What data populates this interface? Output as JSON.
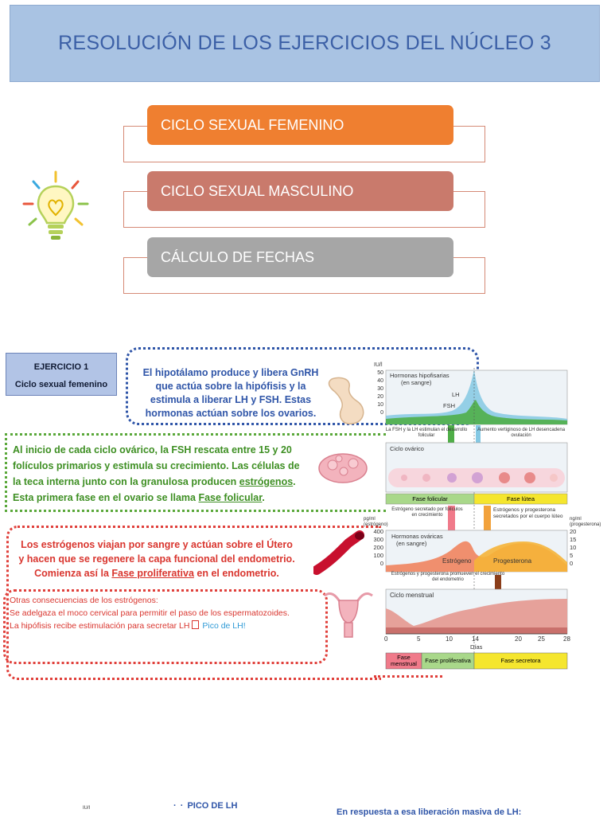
{
  "header": {
    "title": "RESOLUCIÓN DE LOS EJERCICIOS DEL NÚCLEO 3"
  },
  "menu": [
    {
      "label": "CICLO SEXUAL FEMENINO",
      "color": "#ef7f30"
    },
    {
      "label": "CICLO SEXUAL MASCULINO",
      "color": "#c97a6c"
    },
    {
      "label": "CÁLCULO DE FECHAS",
      "color": "#a6a6a6"
    }
  ],
  "exercise": {
    "title": "EJERCICIO 1",
    "subtitle": "Ciclo sexual femenino"
  },
  "boxes": {
    "hypothalamus": "El hipotálamo produce y libera GnRH que actúa sobre la hipófisis y la estimula a liberar LH y FSH. Estas hormonas actúan sobre los ovarios.",
    "ovary_1": "Al inicio de cada ciclo ovárico, la FSH rescata entre 15 y 20 folículos primarios y estimula su crecimiento. Las células de la teca interna junto con la granulosa producen ",
    "ovary_estrogens": "estrógenos",
    "ovary_2": ". Esta primera fase en el ovario se llama ",
    "ovary_phase": "Fase folicular",
    "uterus_1": "Los estrógenos viajan por sangre y actúan sobre el Útero y hacen que se regenere la capa funcional del endometrio. Comienza así la ",
    "uterus_phase": "Fase proliferativa",
    "uterus_2": " en el endometrio.",
    "other_title": "Otras consecuencias de los estrógenos:",
    "other_1": "Se adelgaza el moco cervical para permitir el paso de los espermatozoides.",
    "other_2": "La hipófisis recibe estimulación para secretar LH ",
    "other_2_box": "",
    "other_2_end": "Pico de LH!"
  },
  "figure": {
    "hormonas_title": "Hormonas hipofisarias",
    "hormonas_sub": "(en sangre)",
    "iu_unit": "IU/l",
    "lh": "LH",
    "fsh": "FSH",
    "y1": [
      "50",
      "40",
      "30",
      "20",
      "10",
      "0"
    ],
    "note_left": "La FSH y la LH estimulan el desarrollo folicular",
    "note_right": "Aumento vertiginoso de LH desencadena ovulación",
    "ovarico": "Ciclo ovárico",
    "fase_folicular": "Fase folicular",
    "fase_lutea": "Fase lútea",
    "estr_sec": "Estrógeno secretado por folículos en crecimiento",
    "estr_prog_sec": "Estrógenos y progesterona secretados por el cuerpo lúteo",
    "pgml_unit": "pg/ml",
    "pgml_sub": "(estrógeno)",
    "ngml_unit": "ng/ml",
    "ngml_sub": "(progesterona)",
    "y2_left": [
      "400",
      "300",
      "200",
      "100",
      "0"
    ],
    "y2_right": [
      "20",
      "15",
      "10",
      "5",
      "0"
    ],
    "ovaricas_title": "Hormonas ováricas",
    "ovaricas_sub": "(en sangre)",
    "estrogeno": "Estrógeno",
    "progesterona": "Progesterona",
    "promueven": "Estrógenos y progesterona promueven el crecimiento del endometrio",
    "menstrual_title": "Ciclo menstrual",
    "days": [
      "0",
      "5",
      "10",
      "14",
      "20",
      "25",
      "28"
    ],
    "dias": "Días",
    "fase_menstrual": "Fase menstrual",
    "fase_proliferativa": "Fase proliferativa",
    "fase_secretora": "Fase secretora"
  },
  "bottom": {
    "iu": "IU/l",
    "pico": "PICO DE LH",
    "respuesta": "En respuesta a esa liberación masiva de LH:"
  }
}
